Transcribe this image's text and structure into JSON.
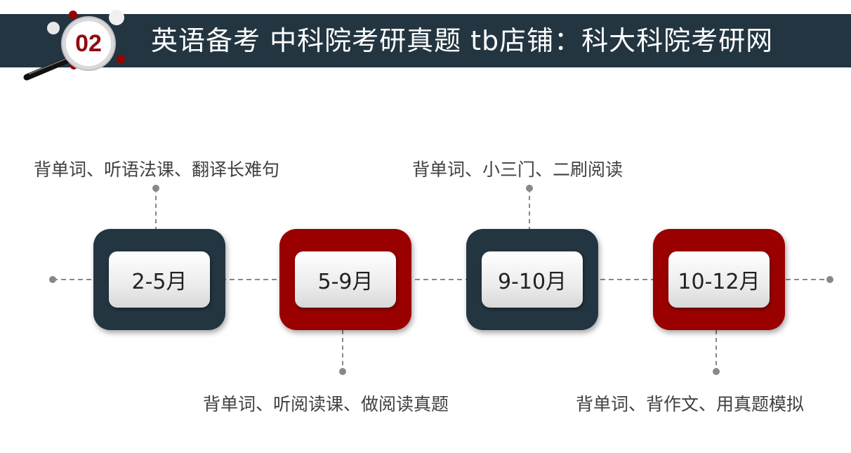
{
  "header": {
    "badge_number": "02",
    "title": "英语备考 中科院考研真题 tb店铺：科大科院考研网"
  },
  "timeline": {
    "stages": [
      {
        "label": "2-5月",
        "color": "dark",
        "task": "背单词、听语法课、翻译长难句",
        "task_position": "top"
      },
      {
        "label": "5-9月",
        "color": "red",
        "task": "背单词、听阅读课、做阅读真题",
        "task_position": "bottom"
      },
      {
        "label": "9-10月",
        "color": "dark",
        "task": "背单词、小三门、二刷阅读",
        "task_position": "top"
      },
      {
        "label": "10-12月",
        "color": "red",
        "task": "背单词、背作文、用真题模拟",
        "task_position": "bottom"
      }
    ]
  },
  "colors": {
    "dark": "#233540",
    "red": "#9a0000",
    "connector": "#888888"
  }
}
